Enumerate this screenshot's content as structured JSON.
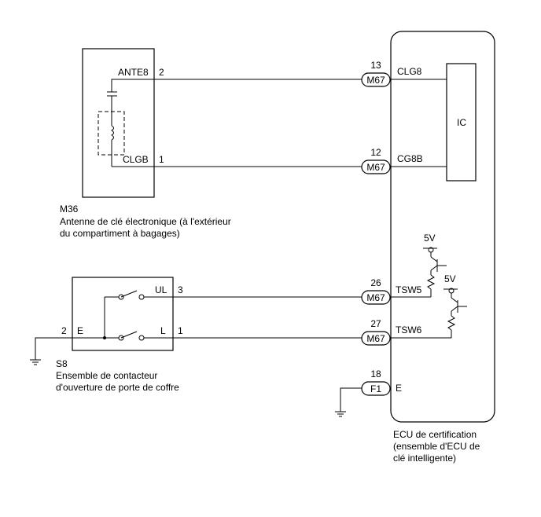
{
  "antenna": {
    "code": "M36",
    "desc_line1": "Antenne de clé électronique (à l'extérieur",
    "desc_line2": "du compartiment à bagages)",
    "pin_top_name": "ANTE8",
    "pin_top_num": "2",
    "pin_bot_name": "CLGB",
    "pin_bot_num": "1"
  },
  "switch": {
    "code": "S8",
    "desc_line1": "Ensemble de contacteur",
    "desc_line2": "d'ouverture de porte de coffre",
    "pin_e_num": "2",
    "pin_e_name": "E",
    "pin_ul_name": "UL",
    "pin_ul_num": "3",
    "pin_l_name": "L",
    "pin_l_num": "1"
  },
  "ecu": {
    "desc_line1": "ECU de certification",
    "desc_line2": "(ensemble d'ECU de",
    "desc_line3": "clé intelligente)",
    "ic_label": "IC",
    "supply1": "5V",
    "supply2": "5V"
  },
  "connectors": [
    {
      "pin": "13",
      "conn": "M67",
      "signal": "CLG8"
    },
    {
      "pin": "12",
      "conn": "M67",
      "signal": "CG8B"
    },
    {
      "pin": "26",
      "conn": "M67",
      "signal": "TSW5"
    },
    {
      "pin": "27",
      "conn": "M67",
      "signal": "TSW6"
    },
    {
      "pin": "18",
      "conn": "F1",
      "signal": "E"
    }
  ]
}
